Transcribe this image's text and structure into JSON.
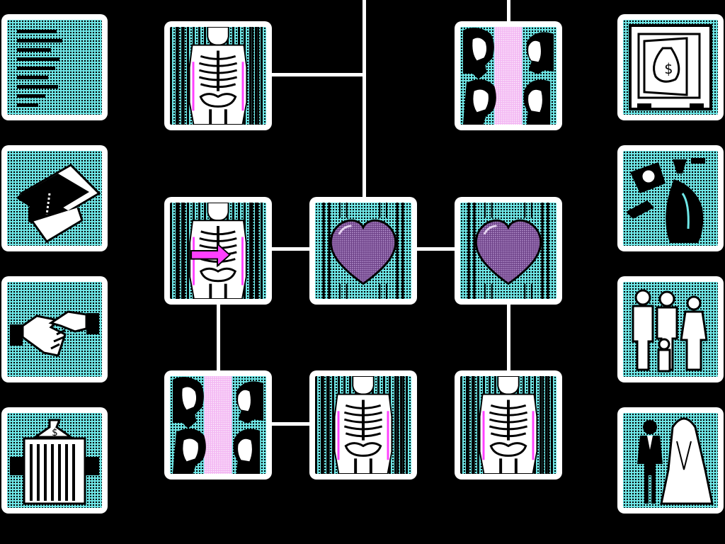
{
  "game": {
    "screen": "relationship-tree",
    "colors": {
      "background": "#000000",
      "frame": "#ffffff",
      "cyan": "#6fe8e8",
      "magenta": "#ff40ff",
      "heart_purple": "#8a5aa0"
    }
  },
  "left_column": [
    {
      "id": "record",
      "icon": "document-lines-icon"
    },
    {
      "id": "graduation",
      "icon": "mortarboard-icon"
    },
    {
      "id": "handshake",
      "icon": "handshake-icon"
    },
    {
      "id": "bank",
      "icon": "money-bag-building-icon"
    }
  ],
  "right_column": [
    {
      "id": "safe",
      "icon": "money-safe-icon"
    },
    {
      "id": "money",
      "icon": "money-bag-icon"
    },
    {
      "id": "family",
      "icon": "family-icon"
    },
    {
      "id": "wedding",
      "icon": "bride-groom-icon"
    }
  ],
  "tree": [
    {
      "id": "person-top-left",
      "icon": "xray-body-icon"
    },
    {
      "id": "couple-top-right",
      "icon": "couple-faces-icon"
    },
    {
      "id": "person-selected",
      "icon": "xray-body-selected-icon",
      "selected": true
    },
    {
      "id": "heart-center",
      "icon": "heart-icon"
    },
    {
      "id": "heart-right",
      "icon": "heart-icon"
    },
    {
      "id": "couple-bottom-left",
      "icon": "couple-faces-icon"
    },
    {
      "id": "person-bottom-mid",
      "icon": "xray-body-icon"
    },
    {
      "id": "person-bottom-right",
      "icon": "xray-body-icon"
    }
  ],
  "pointer": {
    "icon": "pink-arrow-icon",
    "color": "#ff40ff"
  }
}
